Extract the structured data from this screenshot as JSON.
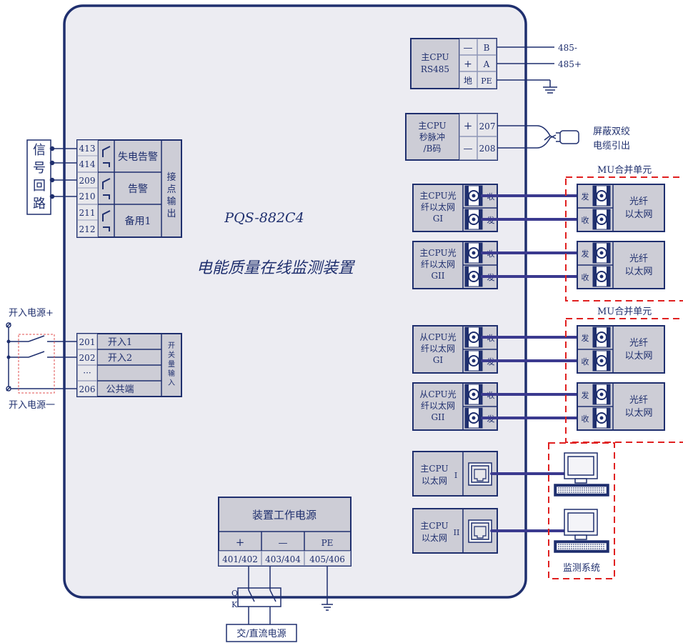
{
  "device": {
    "model": "PQS-882C4",
    "name": "电能质量在线监测装置"
  },
  "signal_loop": {
    "label": [
      "信",
      "号",
      "回",
      "路"
    ],
    "terminals": [
      "413",
      "414",
      "209",
      "210",
      "211",
      "212"
    ],
    "contacts": [
      "失电告警",
      "告警",
      "备用1"
    ],
    "group_label": [
      "接",
      "点",
      "输",
      "出"
    ]
  },
  "binary_input": {
    "power_plus": "开入电源+",
    "power_minus": "开入电源一",
    "terminals": [
      "201",
      "202",
      "···",
      "206"
    ],
    "labels": [
      "开入1",
      "开入2",
      "",
      "公共端"
    ],
    "group_label": [
      "开",
      "关",
      "量",
      "输",
      "入"
    ]
  },
  "rs485": {
    "cpu_label": [
      "主CPU",
      "RS485"
    ],
    "signs": [
      "—",
      "+",
      "地"
    ],
    "pins": [
      "B",
      "A",
      "PE"
    ],
    "wire_labels": [
      "485-",
      "485+"
    ]
  },
  "pulse": {
    "cpu_label": [
      "主CPU",
      "秒脉冲",
      "/B码"
    ],
    "signs": [
      "+",
      "—"
    ],
    "pins": [
      "207",
      "208"
    ],
    "cable_label": [
      "屏蔽双绞",
      "电缆引出"
    ]
  },
  "fiber_ports": [
    {
      "label": [
        "主CPU光",
        "纤以太网",
        "GI"
      ]
    },
    {
      "label": [
        "主CPU光",
        "纤以太网",
        "GII"
      ]
    },
    {
      "label": [
        "从CPU光",
        "纤以太网",
        "GI"
      ]
    },
    {
      "label": [
        "从CPU光",
        "纤以太网",
        "GII"
      ]
    }
  ],
  "port_rx": "收",
  "port_tx": "发",
  "mu_units": [
    {
      "title": "MU合并单元",
      "boxes": [
        [
          "光纤",
          "以太网"
        ],
        [
          "光纤",
          "以太网"
        ]
      ]
    },
    {
      "title": "MU合并单元",
      "boxes": [
        [
          "光纤",
          "以太网"
        ],
        [
          "光纤",
          "以太网"
        ]
      ]
    }
  ],
  "ethernet_ports": [
    {
      "label": [
        "主CPU",
        "以太网"
      ],
      "suffix": "I"
    },
    {
      "label": [
        "主CPU",
        "以太网"
      ],
      "suffix": "II"
    }
  ],
  "monitor_system": "监测系统",
  "power": {
    "title": "装置工作电源",
    "signs": [
      "+",
      "—",
      "PE"
    ],
    "pins": [
      "401/402",
      "403/404",
      "405/406"
    ],
    "switch_labels": [
      "Q",
      "K"
    ],
    "source": "交/直流电源"
  },
  "colors": {
    "navy": "#1f2f6e",
    "panel": "#ececf2",
    "cell": "#cdcdd6",
    "red_dash": "#e02020"
  }
}
